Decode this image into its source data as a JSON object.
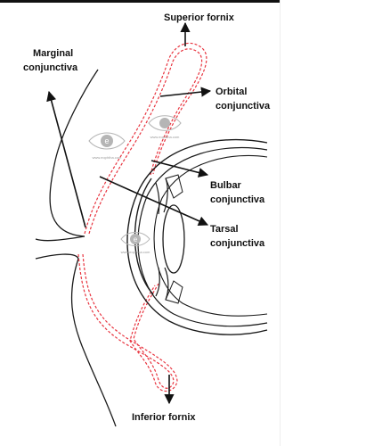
{
  "labels": {
    "superior_fornix": "Superior fornix",
    "marginal_line1": "Marginal",
    "marginal_line2": "conjunctiva",
    "orbital_line1": "Orbital",
    "orbital_line2": "conjunctiva",
    "bulbar_line1": "Bulbar",
    "bulbar_line2": "conjunctiva",
    "tarsal_line1": "Tarsal",
    "tarsal_line2": "conjunctiva",
    "inferior_fornix": "Inferior fornix"
  },
  "watermark": {
    "glyph": "e",
    "url": "www.eophtha.com"
  },
  "colors": {
    "conjunctiva": "#e8343f",
    "outline": "#1a1a1a",
    "watermark": "#b5b5b5",
    "top_bar": "#111111"
  }
}
